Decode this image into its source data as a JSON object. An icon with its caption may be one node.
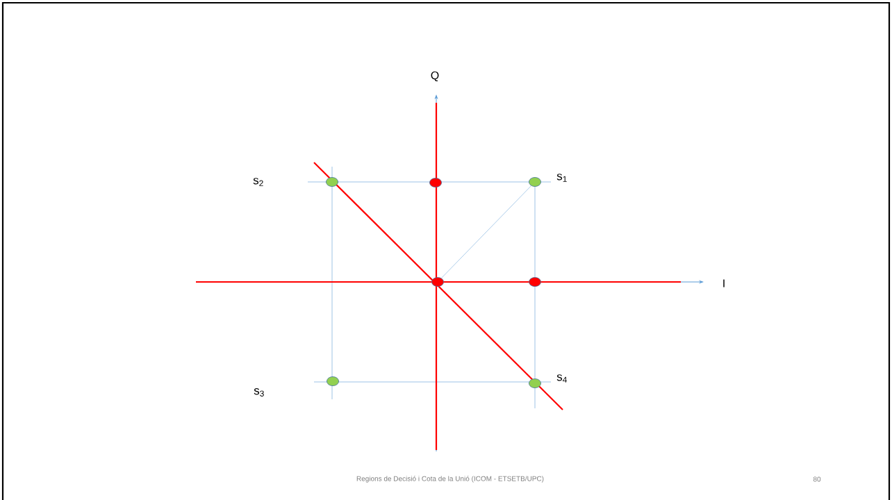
{
  "diagram": {
    "nodes": [
      {
        "text": [],
        "shape": "circle",
        "beside": [
          "s$_{1}$"
        ]
      },
      {
        "text": [],
        "shape": "circle"
      },
      {
        "text": [],
        "shape": "circle"
      },
      {
        "text": [],
        "shape": "circle",
        "beside": [
          "s$_{4}$"
        ]
      },
      {
        "text": [],
        "shape": "circle"
      },
      {
        "text": [],
        "shape": "circle"
      },
      {
        "text": [],
        "shape": "circle"
      }
    ],
    "edges": [
      {
        "from": 5,
        "to": 0,
        "arrow": "none"
      }
    ],
    "labels": [
      "Q",
      "s$_{2}$",
      "I",
      "s$_{3}$",
      "Regions de Decisió i Cota de la Unió (ICOM - ETSETB/UPC)",
      "80"
    ]
  }
}
